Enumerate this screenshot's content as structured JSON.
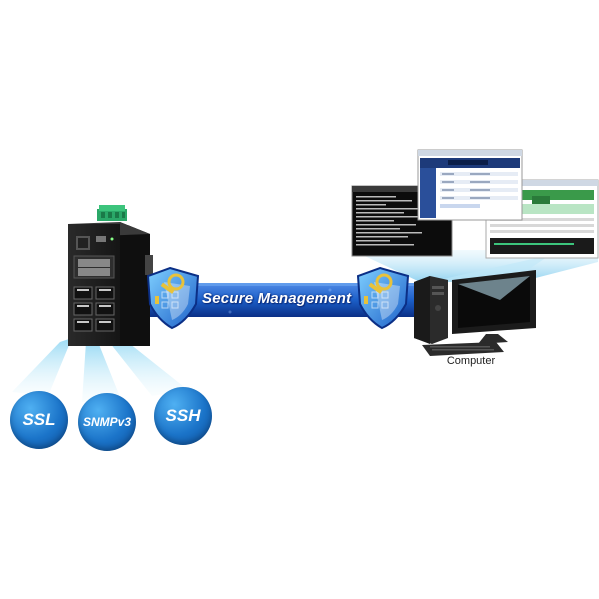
{
  "banner": {
    "label": "Secure Management"
  },
  "protocols": [
    {
      "label": "SSL"
    },
    {
      "label": "SNMPv3"
    },
    {
      "label": "SSH"
    }
  ],
  "computer": {
    "label": "Computer"
  },
  "colors": {
    "banner_blue": "#1c5fc8",
    "banner_dark": "#0b2f86",
    "protocol_blue": "#1b74c9",
    "beam_cyan": "#bfe8f8",
    "switch_body": "#1e1e1e",
    "terminal_green": "#2aa868"
  },
  "icons": [
    "ethernet-switch-icon",
    "security-shield-key-icon",
    "tower-pc-icon",
    "monitor-icon",
    "keyboard-icon"
  ]
}
